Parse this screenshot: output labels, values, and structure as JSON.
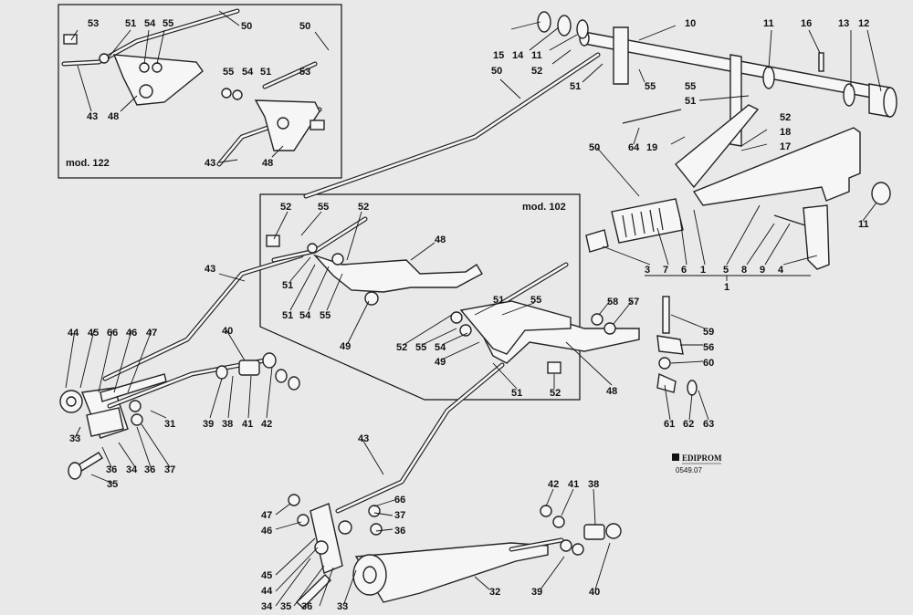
{
  "insets": [
    {
      "id": "inset-mod-122",
      "label": "mod. 122"
    },
    {
      "id": "inset-mod-102",
      "label": "mod. 102"
    }
  ],
  "logo": {
    "brand": "EDIPROM",
    "code": "0549.07"
  },
  "labels": [
    "1",
    "3",
    "4",
    "5",
    "6",
    "7",
    "8",
    "9",
    "10",
    "11",
    "12",
    "13",
    "14",
    "15",
    "16",
    "17",
    "18",
    "19",
    "31",
    "32",
    "33",
    "34",
    "35",
    "36",
    "37",
    "38",
    "39",
    "40",
    "41",
    "42",
    "43",
    "44",
    "45",
    "46",
    "47",
    "48",
    "49",
    "50",
    "51",
    "52",
    "53",
    "54",
    "55",
    "56",
    "57",
    "58",
    "59",
    "60",
    "61",
    "62",
    "63",
    "64",
    "66"
  ]
}
